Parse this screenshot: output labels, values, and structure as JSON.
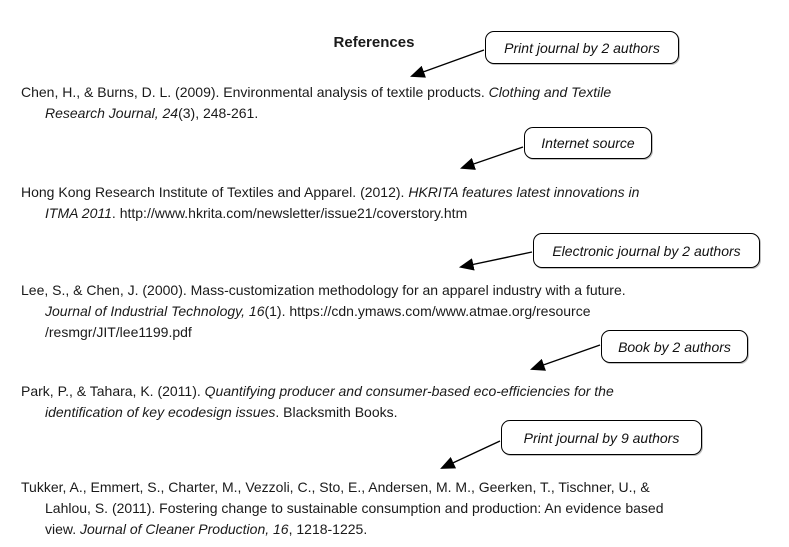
{
  "page": {
    "heading": "References",
    "background_color": "#ffffff",
    "text_color": "#1a1a1a",
    "callout_border_color": "#000000"
  },
  "references": [
    {
      "callout": "Print journal by 2 authors",
      "lines": [
        {
          "segments": [
            {
              "t": "Chen, H., & Burns, D. L. (2009). Environmental analysis of textile products. ",
              "italic": false
            },
            {
              "t": "Clothing and Textile",
              "italic": true
            }
          ]
        },
        {
          "segments": [
            {
              "t": "Research Journal, 24",
              "italic": true
            },
            {
              "t": "(3), 248-261.",
              "italic": false
            }
          ]
        }
      ]
    },
    {
      "callout": "Internet source",
      "lines": [
        {
          "segments": [
            {
              "t": "Hong Kong Research Institute of Textiles and Apparel. (2012). ",
              "italic": false
            },
            {
              "t": "HKRITA features latest innovations in",
              "italic": true
            }
          ]
        },
        {
          "segments": [
            {
              "t": "ITMA 2011",
              "italic": true
            },
            {
              "t": ". http://www.hkrita.com/newsletter/issue21/coverstory.htm",
              "italic": false
            }
          ]
        }
      ]
    },
    {
      "callout": "Electronic journal by 2 authors",
      "lines": [
        {
          "segments": [
            {
              "t": "Lee, S., & Chen, J. (2000). Mass-customization methodology for an apparel industry with a future.",
              "italic": false
            }
          ]
        },
        {
          "segments": [
            {
              "t": "Journal of Industrial Technology, 16",
              "italic": true
            },
            {
              "t": "(1). https://cdn.ymaws.com/www.atmae.org/resource",
              "italic": false
            }
          ]
        },
        {
          "segments": [
            {
              "t": "/resmgr/JIT/lee1199.pdf",
              "italic": false
            }
          ]
        }
      ]
    },
    {
      "callout": "Book by 2 authors",
      "lines": [
        {
          "segments": [
            {
              "t": "Park, P., & Tahara, K. (2011). ",
              "italic": false
            },
            {
              "t": "Quantifying producer and consumer-based eco-efficiencies for the",
              "italic": true
            }
          ]
        },
        {
          "segments": [
            {
              "t": "identification of key ecodesign issues",
              "italic": true
            },
            {
              "t": ". Blacksmith Books.",
              "italic": false
            }
          ]
        }
      ]
    },
    {
      "callout": "Print journal by 9 authors",
      "lines": [
        {
          "segments": [
            {
              "t": "Tukker, A., Emmert, S., Charter, M., Vezzoli, C., Sto, E., Andersen, M. M., Geerken, T., Tischner, U., &",
              "italic": false
            }
          ]
        },
        {
          "segments": [
            {
              "t": "Lahlou, S. (2011). Fostering change to sustainable consumption and production: An evidence based",
              "italic": false
            }
          ]
        },
        {
          "segments": [
            {
              "t": "view. ",
              "italic": false
            },
            {
              "t": "Journal of Cleaner Production, 16",
              "italic": true
            },
            {
              "t": ", 1218-1225.",
              "italic": false
            }
          ]
        }
      ]
    }
  ]
}
